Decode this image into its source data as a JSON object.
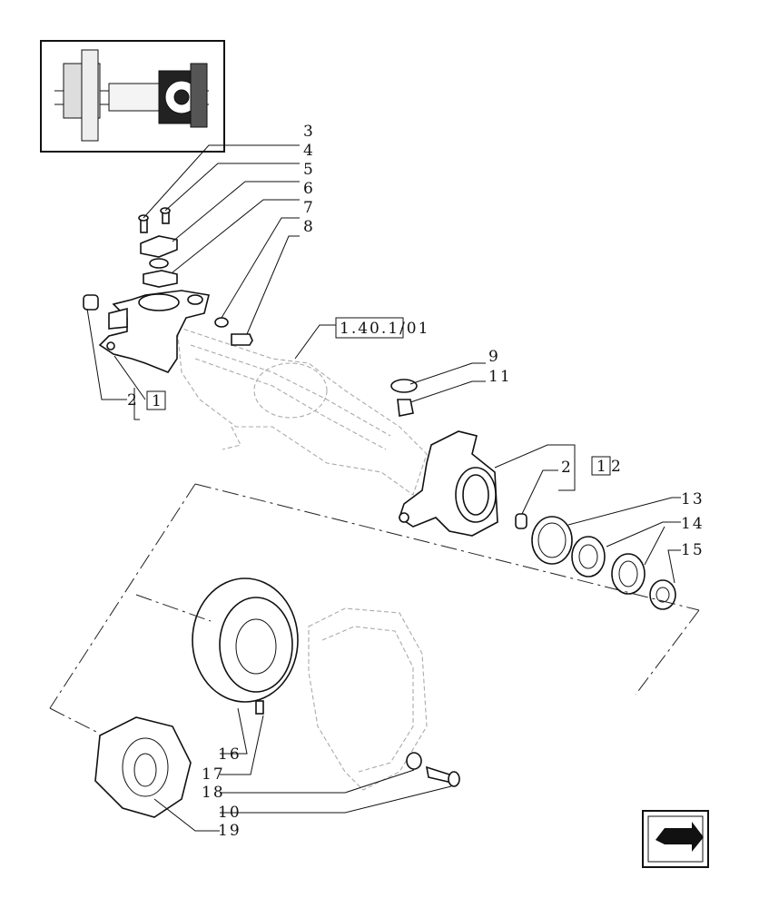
{
  "diagram": {
    "callouts": {
      "c3": "3",
      "c4": "4",
      "c5": "5",
      "c6": "6",
      "c7": "7",
      "c8": "8",
      "c9": "9",
      "c11": "11",
      "c13": "13",
      "c14": "14",
      "c15": "15",
      "c16": "16",
      "c17": "17",
      "c18": "18",
      "c10": "10",
      "c19": "19"
    },
    "references": {
      "ref_main": "1.40.1/01",
      "ref_left_qty": "2",
      "ref_left_box": "1",
      "ref_right_qty": "2",
      "ref_right_box": "1",
      "ref_right_suffix": "2"
    },
    "icons": [
      "axle-thumbnail",
      "next-page-arrow-icon"
    ]
  }
}
